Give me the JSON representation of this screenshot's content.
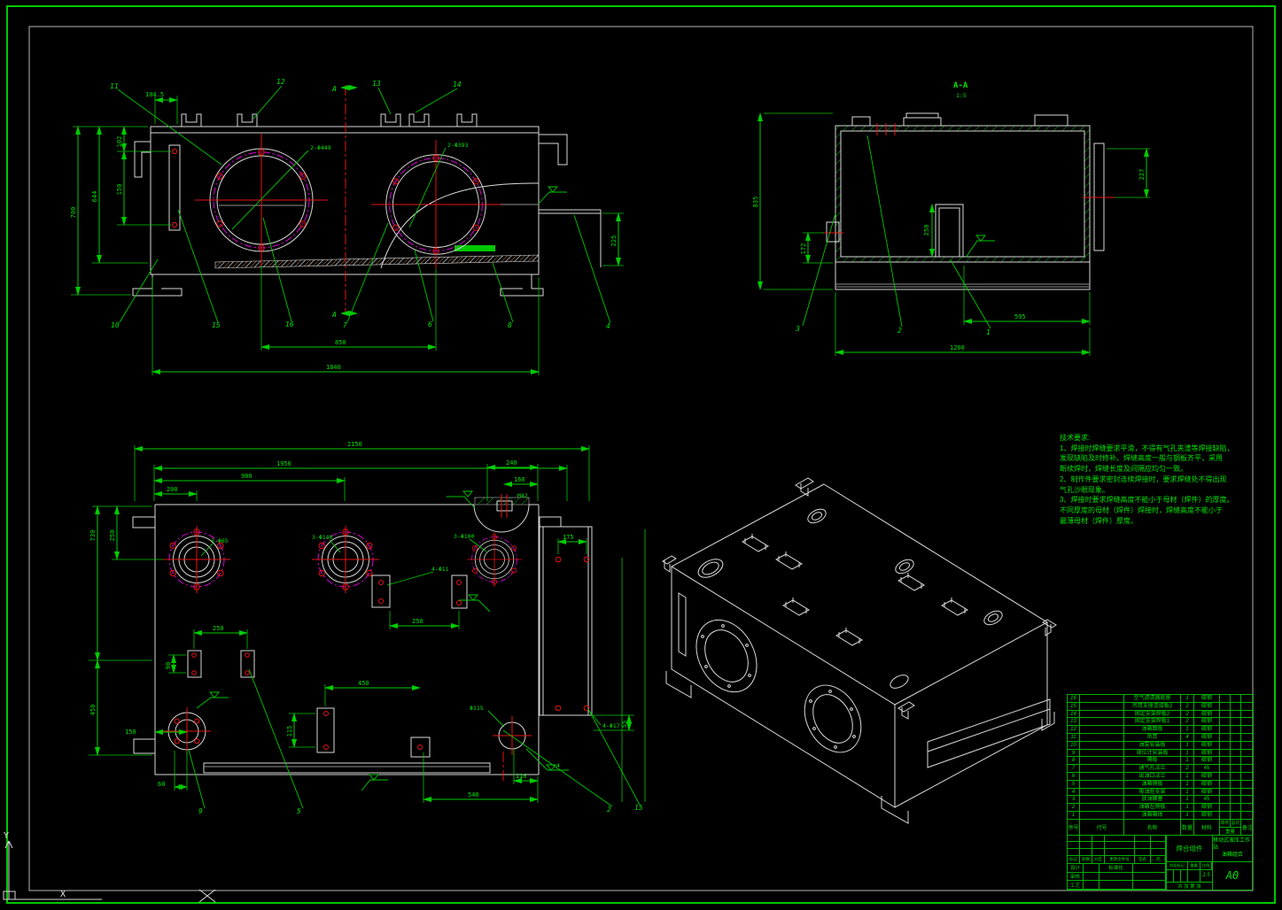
{
  "colors": {
    "green": "#00e400",
    "white": "#d9d9d9",
    "red": "#e81212",
    "magenta": "#dd00dd",
    "background": "#000000"
  },
  "ucs": {
    "x": "X",
    "y": "Y"
  },
  "tech": {
    "title": "技术要求:",
    "l1": "1、焊接时焊缝要求平滑，不得有气孔夹渣等焊接缺陷，",
    "l2": "发现缺陷及时修补。焊缝高度一般与钢板齐平，采用",
    "l3": "断续焊时，焊缝长度及间隔应均匀一致。",
    "l4": "2、制作件要求密封连续焊接时，要求焊缝处不得出现",
    "l5": "气孔沙眼现象。",
    "l6": "3、焊接时要求焊缝高度不能小于母材（焊件）的厚度。",
    "l7": "不同厚度的母材（焊件）焊接时，焊缝高度不能小于",
    "l8": "最薄母材（焊件）厚度。"
  },
  "front": {
    "d1045": "104.5",
    "d102": "102",
    "d150": "150",
    "d644": "644",
    "d700": "700",
    "d850": "850",
    "d1840": "1840",
    "d225": "225",
    "hole_l": "2-Φ449",
    "hole_r": "2-Φ393",
    "mark_a": "A"
  },
  "section": {
    "title": "A-A",
    "scale": "1:5",
    "d835": "835",
    "d172": "172",
    "d250": "250",
    "d227": "227",
    "d595": "595",
    "d1200": "1200"
  },
  "top": {
    "d2150": "2150",
    "d1956": "1956",
    "d900": "900",
    "d200": "200",
    "d240": "240",
    "d160": "160",
    "m42": "M42",
    "d730": "730",
    "d250l": "250",
    "d450a": "450",
    "d150": "150",
    "d60": "60",
    "d250p": "250",
    "d250m": "250",
    "d90": "90",
    "d115": "115",
    "d450b": "450",
    "d540": "540",
    "d116": "116",
    "d175": "175",
    "d55": "55",
    "l65": "3-Φ65",
    "l140": "3-Φ140",
    "l100": "3-Φ100",
    "l411": "4-Φ11",
    "l417": "4-Φ17",
    "l115": "Φ115",
    "weld4": "4"
  },
  "balloons": {
    "b1": "1",
    "b2": "2",
    "b3": "3",
    "b4": "4",
    "b5": "5",
    "b6": "6",
    "b7": "7",
    "b8": "8",
    "b9": "9",
    "b10": "10",
    "b11": "11",
    "b12": "12",
    "b13": "13",
    "b14": "14",
    "b15": "15",
    "b16": "16"
  },
  "bom": {
    "headers": {
      "no": "序号",
      "code": "代号",
      "name": "名称",
      "qty": "数量",
      "mat": "材料",
      "unit": "单件",
      "total": "总计",
      "weight": "重量",
      "note": "备注"
    },
    "rows": [
      {
        "no": "16",
        "code": "",
        "name": "空气滤清器底座",
        "qty": "1",
        "mat": "碳钢"
      },
      {
        "no": "15",
        "code": "",
        "name": "吊耳支座连接板2",
        "qty": "2",
        "mat": "碳钢"
      },
      {
        "no": "14",
        "code": "",
        "name": "固定支架焊板2",
        "qty": "2",
        "mat": "碳钢"
      },
      {
        "no": "13",
        "code": "",
        "name": "固定支架焊板1",
        "qty": "2",
        "mat": "碳钢"
      },
      {
        "no": "12",
        "code": "",
        "name": "油箱面板",
        "qty": "1",
        "mat": "碳钢"
      },
      {
        "no": "11",
        "code": "",
        "name": "吊耳",
        "qty": "4",
        "mat": "碳钢"
      },
      {
        "no": "10",
        "code": "",
        "name": "油泵安装板",
        "qty": "1",
        "mat": "碳钢"
      },
      {
        "no": "9",
        "code": "",
        "name": "液位计安装板",
        "qty": "1",
        "mat": "碳钢"
      },
      {
        "no": "8",
        "code": "",
        "name": "隔板",
        "qty": "1",
        "mat": "碳钢"
      },
      {
        "no": "7",
        "code": "",
        "name": "通气孔法兰",
        "qty": "2",
        "mat": "45"
      },
      {
        "no": "6",
        "code": "",
        "name": "出油口法兰",
        "qty": "1",
        "mat": "碳钢"
      },
      {
        "no": "5",
        "code": "",
        "name": "油箱侧板",
        "qty": "1",
        "mat": "碳钢"
      },
      {
        "no": "4",
        "code": "",
        "name": "吸油腔支架",
        "qty": "1",
        "mat": "碳钢"
      },
      {
        "no": "3",
        "code": "",
        "name": "放油螺塞",
        "qty": "1",
        "mat": "45"
      },
      {
        "no": "2",
        "code": "",
        "name": "油箱左侧板",
        "qty": "1",
        "mat": "碳钢"
      },
      {
        "no": "1",
        "code": "",
        "name": "油箱箱体",
        "qty": "1",
        "mat": "碳钢"
      }
    ]
  },
  "titleblock": {
    "part_type": "焊合组件",
    "product_line1": "移动式液压工作站",
    "product_line2": "油箱组合",
    "rev": {
      "mark": "标记",
      "count": "处数",
      "zone": "分区",
      "doc": "更改文件号",
      "sign": "签名",
      "date": "年、月、日"
    },
    "roles": {
      "design": "设计",
      "standard": "标准化",
      "check": "审核",
      "process": "工艺"
    },
    "stage": {
      "label": "阶段标记",
      "weight": "重量",
      "scale": "比例"
    },
    "scale_value": "1:5",
    "sheet": "共 张 第 张",
    "size": "A0"
  }
}
